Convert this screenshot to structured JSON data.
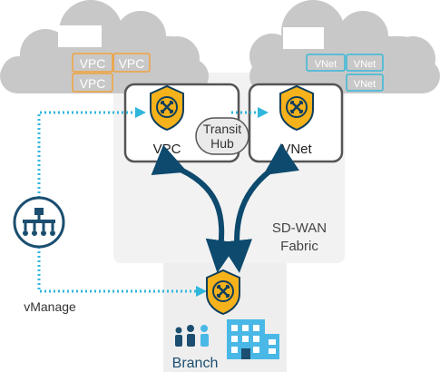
{
  "labels": {
    "vpc_router": "VPC",
    "vnet_router": "VNet",
    "transit_hub_line1": "Transit",
    "transit_hub_line2": "Hub",
    "fabric_line1": "SD-WAN",
    "fabric_line2": "Fabric",
    "vmanage": "vManage",
    "branch": "Branch"
  },
  "left_cloud_tags": [
    "VPC",
    "VPC",
    "VPC"
  ],
  "right_cloud_tags": [
    "VNet",
    "VNet",
    "VNet"
  ],
  "colors": {
    "cloud": "#c8c8c9",
    "fabric_bg": "#f2f2f2",
    "vpc_tag": "#f0a23c",
    "vnet_tag": "#39b8d8",
    "router_badge": "#f6b21b",
    "router_badge_dark": "#0f3f5c",
    "arrow_dark": "#0d4a6e",
    "dotted_line": "#2fb6db",
    "vmanage_fill": "#1b4e70",
    "building": "#49b8e6"
  },
  "icons": {
    "router": "router-shield-icon",
    "vmanage": "network-hierarchy-icon",
    "people": "people-icon",
    "building": "building-icon"
  }
}
